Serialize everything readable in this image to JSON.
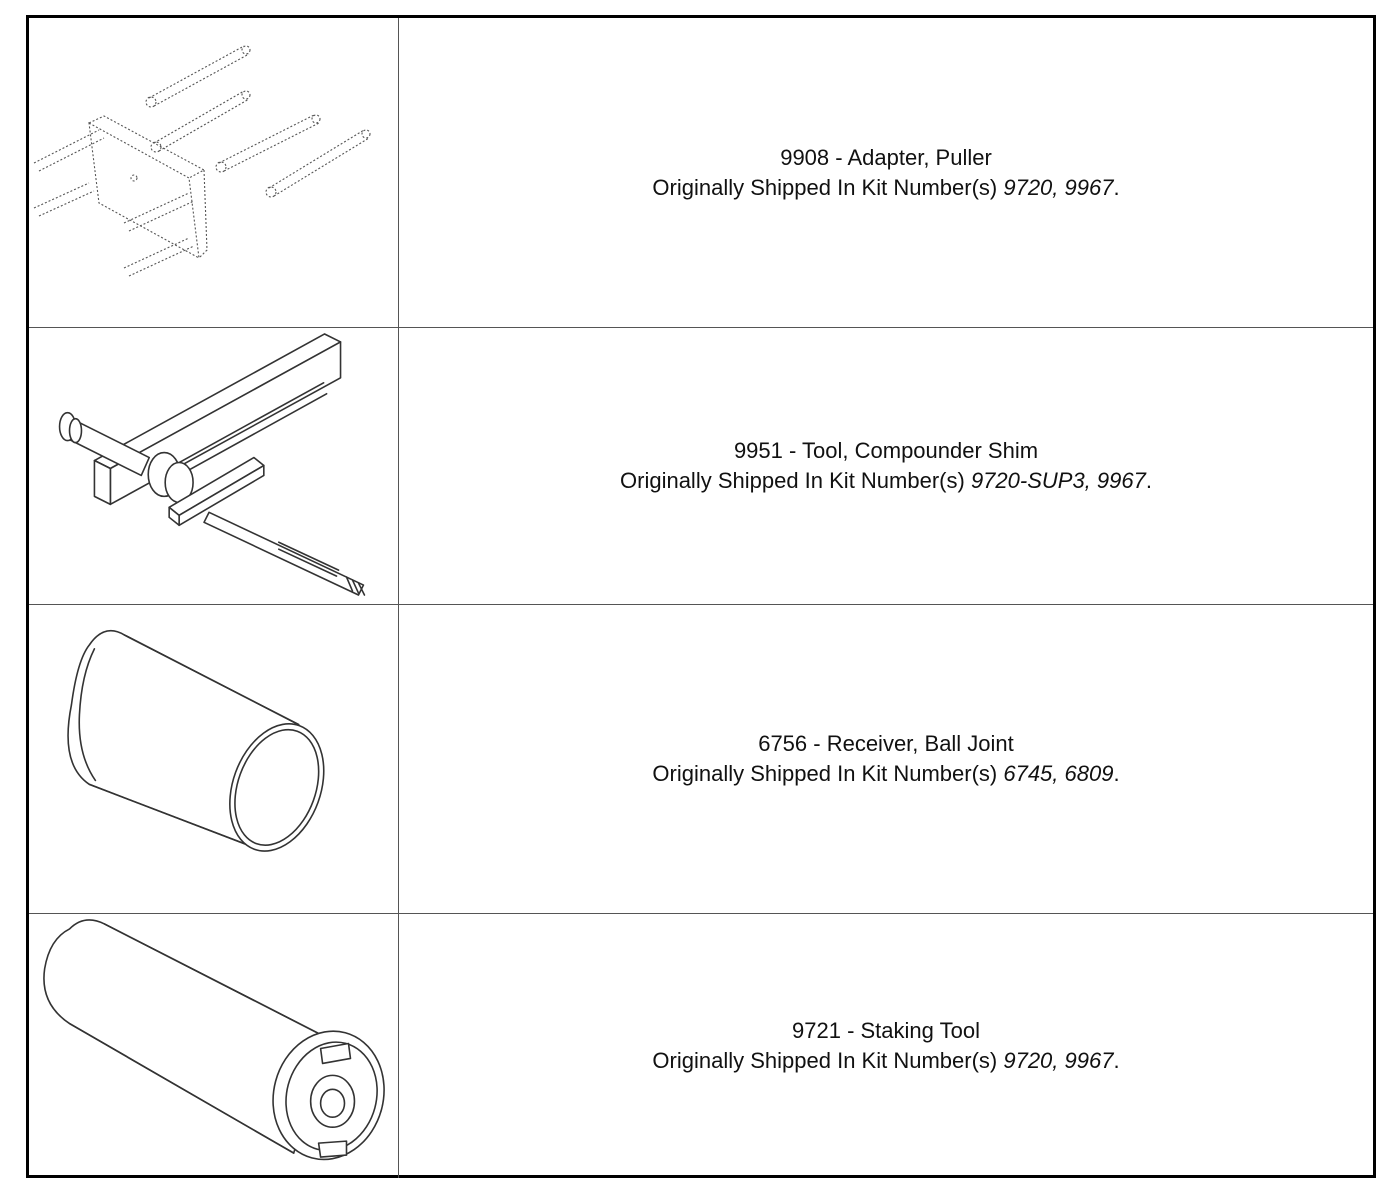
{
  "tools": [
    {
      "number": "9908",
      "title": "9908 - Adapter, Puller",
      "kit_prefix": "Originally Shipped In Kit Number(s) ",
      "kits": "9720, 9967",
      "suffix": ".",
      "image": "puller-adapter-illustration"
    },
    {
      "number": "9951",
      "title": "9951 - Tool, Compounder Shim",
      "kit_prefix": "Originally Shipped In Kit Number(s) ",
      "kits": "9720-SUP3, 9967",
      "suffix": ".",
      "image": "compounder-shim-tool-illustration"
    },
    {
      "number": "6756",
      "title": "6756 - Receiver, Ball Joint",
      "kit_prefix": "Originally Shipped In Kit Number(s) ",
      "kits": "6745, 6809",
      "suffix": ".",
      "image": "ball-joint-receiver-illustration"
    },
    {
      "number": "9721",
      "title": "9721 - Staking Tool",
      "kit_prefix": "Originally Shipped In Kit Number(s) ",
      "kits": "9720, 9967",
      "suffix": ".",
      "image": "staking-tool-illustration"
    }
  ]
}
